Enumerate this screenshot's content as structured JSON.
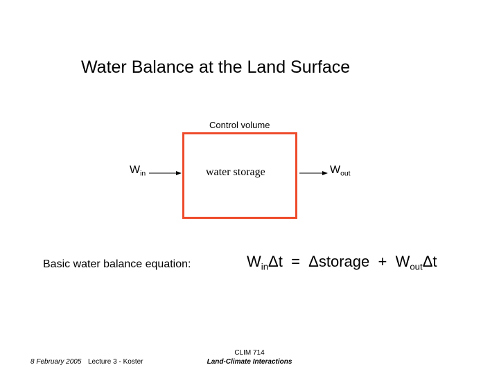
{
  "slide": {
    "title": "Water Balance at the Land Surface"
  },
  "diagram": {
    "control_volume_label": "Control volume",
    "storage_label": "water storage",
    "inflow": {
      "symbol": "W",
      "subscript": "in"
    },
    "outflow": {
      "symbol": "W",
      "subscript": "out"
    },
    "box_color": "#ee4b2b"
  },
  "equation": {
    "label": "Basic water balance equation:",
    "lhs_symbol": "W",
    "lhs_subscript": "in",
    "lhs_suffix": "Δt",
    "equals": "=",
    "rhs_term1": "Δstorage",
    "plus": "+",
    "rhs_symbol": "W",
    "rhs_subscript": "out",
    "rhs_suffix": "Δt"
  },
  "footer": {
    "date": "8 February 2005",
    "lecture": "Lecture 3 - Koster",
    "course_code": "CLIM 714",
    "course_name": "Land-Climate Interactions"
  }
}
